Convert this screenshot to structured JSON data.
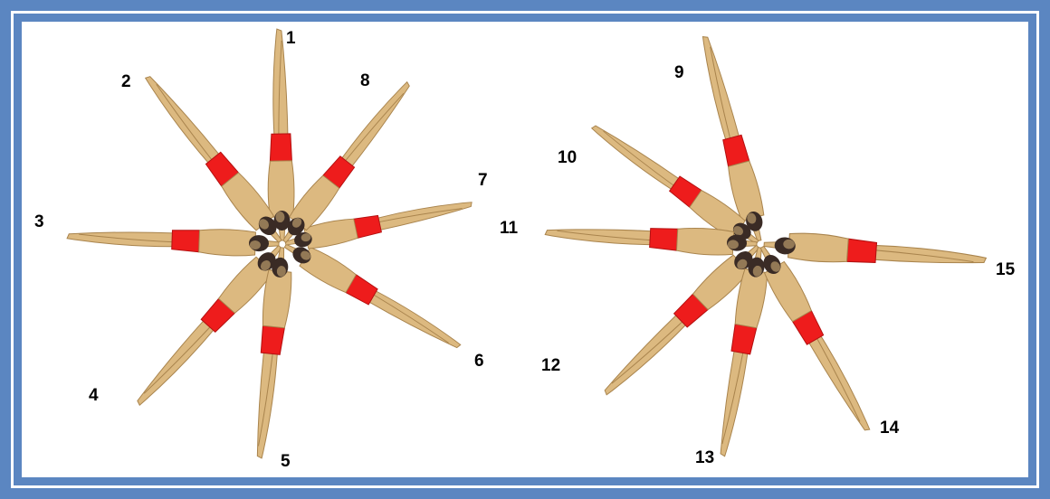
{
  "colors": {
    "frame": "#5b86c1",
    "panel": "#ffffff",
    "skin": "#dcb980",
    "skin_dark": "#a9844d",
    "swimsuit": "#ee1c1c",
    "hair": "#3a2b25",
    "label": "#000000"
  },
  "figure": {
    "description_icon": "swimmer-figure-icon"
  },
  "left_formation": {
    "swimmers": [
      {
        "label": "1"
      },
      {
        "label": "2"
      },
      {
        "label": "3"
      },
      {
        "label": "4"
      },
      {
        "label": "5"
      },
      {
        "label": "6"
      },
      {
        "label": "7"
      },
      {
        "label": "8"
      }
    ]
  },
  "right_formation": {
    "swimmers": [
      {
        "label": "9"
      },
      {
        "label": "10"
      },
      {
        "label": "11"
      },
      {
        "label": "12"
      },
      {
        "label": "13"
      },
      {
        "label": "14"
      },
      {
        "label": "15"
      }
    ]
  }
}
